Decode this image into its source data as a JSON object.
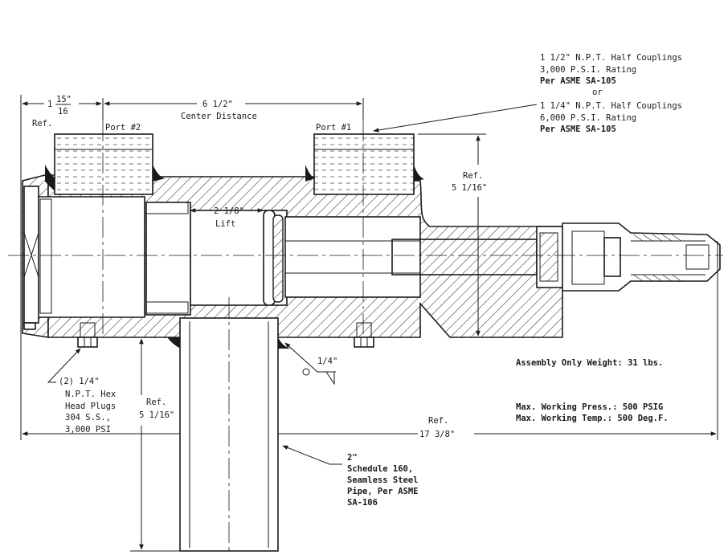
{
  "notes": {
    "couplings_a_line1": "1 1/2\" N.P.T. Half Couplings",
    "couplings_a_line2": "3,000 P.S.I. Rating",
    "couplings_a_line3": "Per ASME SA-105",
    "or": "or",
    "couplings_b_line1": "1 1/4\" N.P.T. Half Couplings",
    "couplings_b_line2": "6,000 P.S.I. Rating",
    "couplings_b_line3": "Per ASME SA-105",
    "weight": "Assembly Only Weight: 31 lbs.",
    "max_press": "Max. Working Press.: 500 PSIG",
    "max_temp": "Max. Working Temp.: 500 Deg.F."
  },
  "dimensions": {
    "left_whole": "1",
    "left_num": "15\"",
    "left_den": "16",
    "left_ref": "Ref.",
    "center_value": "6 1/2\"",
    "center_label": "Center Distance",
    "lift_value": "2 1/8\"",
    "lift_label": "Lift",
    "right_ref": "Ref.",
    "right_value": "5 1/16\"",
    "lower_ref": "Ref.",
    "lower_value": "5 1/16\"",
    "overall_ref": "Ref.",
    "overall_value": "17 3/8\"",
    "weld": "1/4\""
  },
  "ports": {
    "port2": "Port #2",
    "port1": "Port #1"
  },
  "plugs": {
    "line1": "(2) 1/4\"",
    "line2": "N.P.T. Hex",
    "line3": "Head Plugs",
    "line4": "304 S.S.,",
    "line5": "3,000 PSI"
  },
  "pipe": {
    "line1": "2\"",
    "line2": "Schedule 160,",
    "line3": "Seamless Steel",
    "line4": "Pipe, Per ASME",
    "line5": "SA-106"
  }
}
